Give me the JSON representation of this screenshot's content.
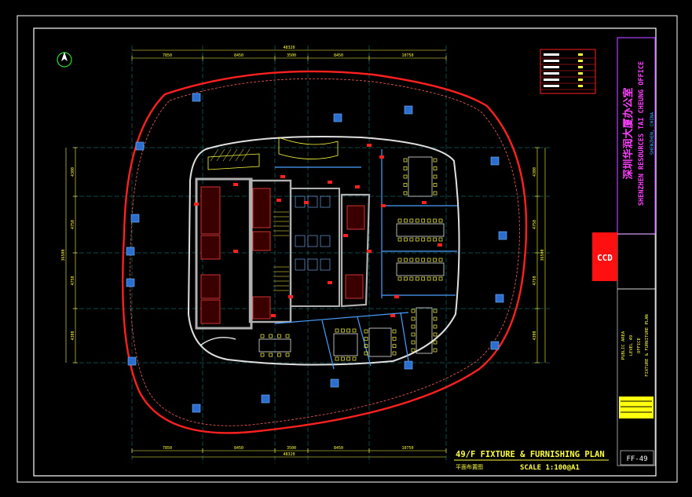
{
  "drawing": {
    "title": "49/F FIXTURE & FURNISHING PLAN",
    "subtitle_cn": "平面布置图",
    "scale": "SCALE 1:100@A1",
    "sheet_no": "FF-49"
  },
  "title_block": {
    "project_cn": "深圳华润大厦办公室",
    "project_en": "SHENZHEN RESOURCES TAI CHEUNG OFFICE",
    "location": "SHENZHEN, CHINA",
    "consultant_logo": "CCD",
    "info_lines": [
      "PUBLIC AREA",
      "LEVEL 49",
      "OFFICE",
      "FIXTURE & FURNITURE PLAN"
    ]
  },
  "dimensions": {
    "top_overall": "48320",
    "top_segments": [
      "7850",
      "8450",
      "3500",
      "8450",
      "10750"
    ],
    "bottom_overall": "48320",
    "bottom_segments": [
      "7850",
      "8450",
      "3500",
      "8450",
      "10750"
    ],
    "left_overall": "36500",
    "left_segments": [
      "4300",
      "4750",
      "4750",
      "4300"
    ],
    "right_overall": "36500",
    "right_segments": [
      "4300",
      "4750",
      "4750",
      "4300"
    ]
  },
  "colors": {
    "background": "#000000",
    "frame": "#ffffff",
    "curtain_wall": "#ff2020",
    "core_wall": "#b0b0b0",
    "glass": "#4aa0ff",
    "furniture": "#ffffff",
    "dimension": "#ffff40",
    "grid": "#22d3d3",
    "title": "#ffff40",
    "title_block_border": "#b040ff"
  },
  "icons": {
    "north_arrow": "north-arrow-icon"
  }
}
